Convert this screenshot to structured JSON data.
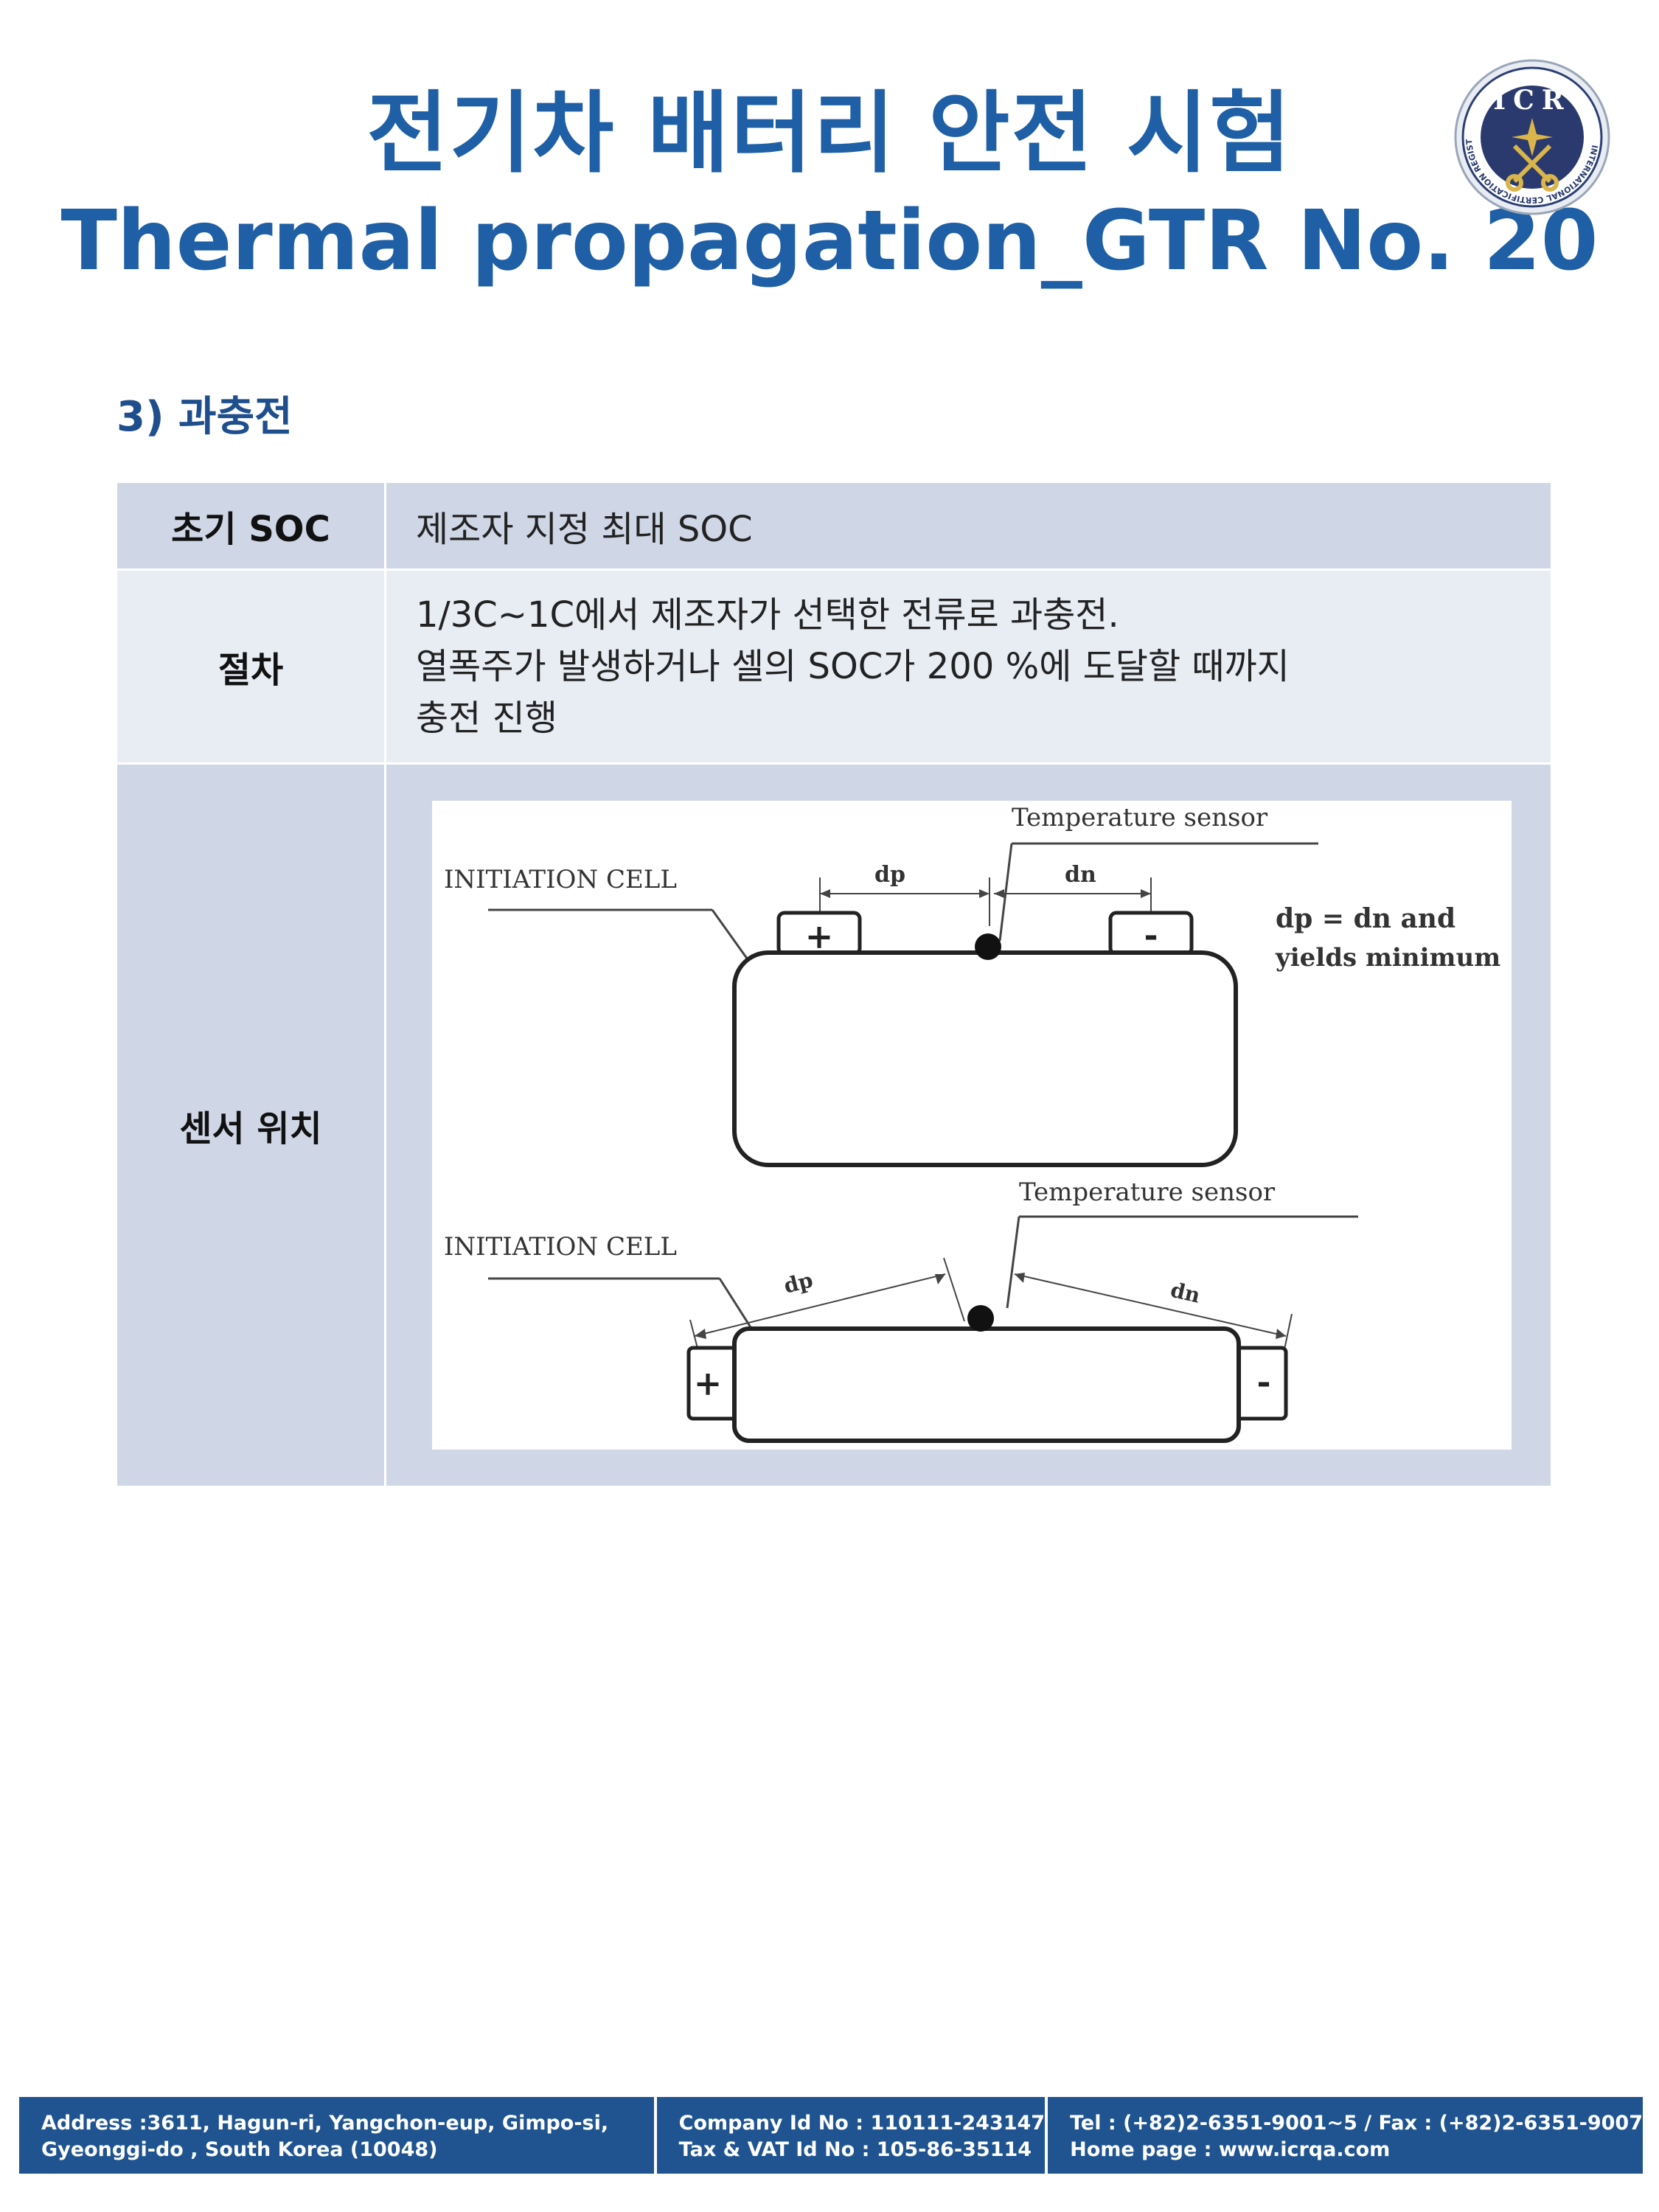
{
  "header": {
    "title_ko": "전기차 배터리 안전 시험",
    "title_en": "Thermal propagation_GTR No. 20",
    "logo_text": "ICR",
    "logo_ring_text": "INTERNATIONAL CERTIFICATION REGISTRAR"
  },
  "section": {
    "heading": "3) 과충전"
  },
  "table": {
    "rows": [
      {
        "label": "초기 SOC",
        "value": "제조자 지정 최대 SOC"
      },
      {
        "label": "절차",
        "lines": [
          "1/3C~1C에서 제조자가 선택한 전류로 과충전.",
          "열폭주가 발생하거나 셀의 SOC가 200 %에 도달할 때까지",
          "충전 진행"
        ]
      },
      {
        "label": "센서 위치"
      }
    ]
  },
  "diagram": {
    "top": {
      "temp_sensor": "Temperature sensor",
      "initiation_cell": "INITIATION CELL",
      "dp": "dp",
      "dn": "dn",
      "plus": "+",
      "minus": "-",
      "note_line1": "dp = dn and",
      "note_line2": "yields minimum"
    },
    "bottom": {
      "temp_sensor": "Temperature sensor",
      "initiation_cell": "INITIATION CELL",
      "dp": "dp",
      "dn": "dn",
      "plus": "+",
      "minus": "-"
    }
  },
  "footer": {
    "address_line1": "Address :3611, Hagun-ri, Yangchon-eup, Gimpo-si,",
    "address_line2": "Gyeonggi-do , South Korea (10048)",
    "company_id": "Company Id No : 110111-243147",
    "tax_id": "Tax & VAT Id No : 105-86-35114",
    "tel_fax": "Tel : (+82)2-6351-9001~5 / Fax : (+82)2-6351-9007",
    "homepage": "Home page : www.icrqa.com"
  }
}
